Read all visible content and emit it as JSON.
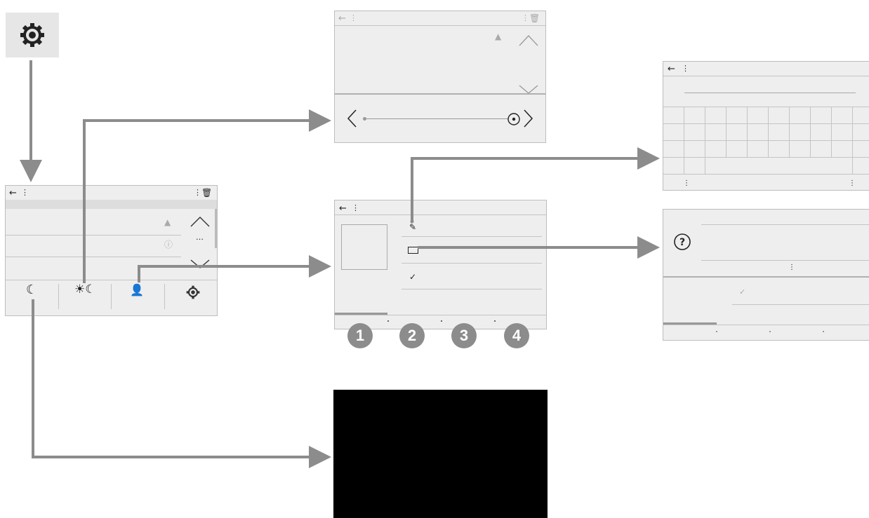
{
  "callouts": [
    "1",
    "2",
    "3",
    "4"
  ],
  "icons": {
    "settings": "gear-icon",
    "back": "back-arrow-icon",
    "menu": "vertical-dots-icon",
    "delete": "trash-icon",
    "warning": "warning-icon",
    "info": "info-icon",
    "scroll_up": "chevron-up-icon",
    "scroll_down": "chevron-down-icon",
    "more": "ellipsis-icon",
    "sleep": "sleep-moon-icon",
    "day_night": "day-night-icon",
    "user": "user-icon",
    "edit": "pencil-icon",
    "display": "rectangle-icon",
    "check": "check-icon",
    "help": "help-icon"
  },
  "colors": {
    "screen_bg": "#eeeeee",
    "screen_border": "#bdbdbd",
    "arrow": "#8c8c8c",
    "callout_bg": "#8c8c8c",
    "off_screen": "#000000"
  }
}
